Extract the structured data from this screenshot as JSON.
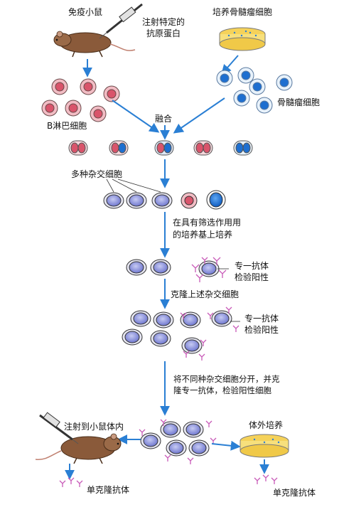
{
  "labels": {
    "immunized_mouse": "免疫小鼠",
    "inject_antigen_1": "注射特定的",
    "inject_antigen_2": "抗原蛋白",
    "culture_myeloma": "培养骨髓瘤细胞",
    "myeloma_cells": "骨髓瘤细胞",
    "b_cells": "B淋巴细胞",
    "fusion": "融合",
    "hybrid_cells": "多种杂交细胞",
    "selective_medium_1": "在具有筛选作用用",
    "selective_medium_2": "的培养基上培养",
    "specific_antibody_1": "专一抗体",
    "positive_test_1": "检验阳性",
    "clone_hybrids": "克隆上述杂交细胞",
    "specific_antibody_2": "专一抗体",
    "positive_test_2": "检验阳性",
    "separate_1": "将不同种杂交细胞分开，并克",
    "separate_2": "隆专一抗体，检验阳性细胞",
    "inject_into_mouse": "注射到小鼠体内",
    "in_vitro_culture": "体外培养",
    "monoclonal_antibody_left": "单克隆抗体",
    "monoclonal_antibody_right": "单克隆抗体"
  },
  "colors": {
    "arrow": "#2a7fd4",
    "b_cell_fill": "#f2bcc4",
    "b_cell_nucleus": "#d9546b",
    "myeloma_nucleus": "#1e6fd0",
    "hybrid_fill": "#8f96dd",
    "antibody": "#c85ab8"
  }
}
